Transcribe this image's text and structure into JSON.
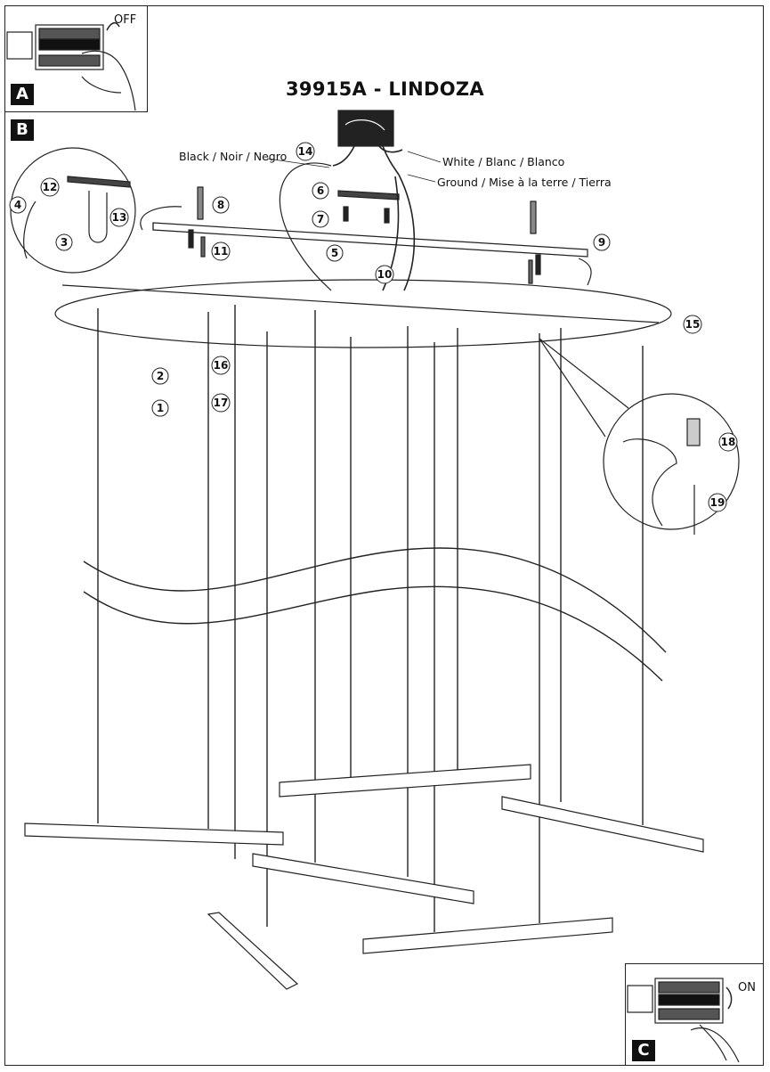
{
  "document": {
    "title": "39915A - LINDOZA",
    "panels": {
      "a": {
        "badge": "A",
        "switch_state": "OFF"
      },
      "b": {
        "badge": "B"
      },
      "c": {
        "badge": "C",
        "switch_state": "ON"
      }
    },
    "wire_labels": {
      "black": "Black / Noir / Negro",
      "white": "White / Blanc / Blanco",
      "ground": "Ground / Mise à la terre / Tierra"
    },
    "steps": [
      "1",
      "2",
      "3",
      "4",
      "5",
      "6",
      "7",
      "8",
      "9",
      "10",
      "11",
      "12",
      "13",
      "14",
      "15",
      "16",
      "17",
      "18",
      "19"
    ]
  }
}
